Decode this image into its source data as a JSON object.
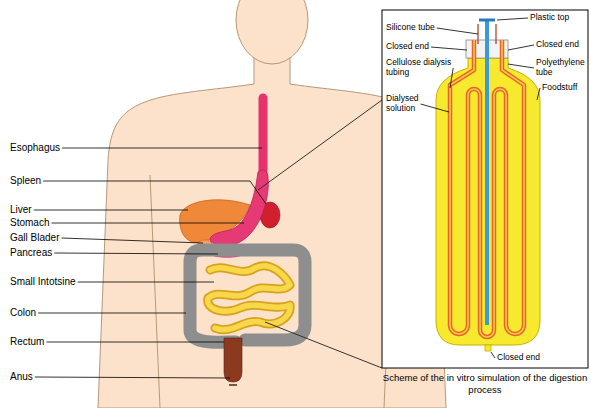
{
  "diagram": {
    "caption": "Scheme of the in vitro simulation of the digestion process",
    "labels": [
      "Esophagus",
      "Spleen",
      "Liver",
      "Stomach",
      "Gall Blader",
      "Pancreas",
      "Small Intotsine",
      "Colon",
      "Rectum",
      "Anus",
      "Plastic top",
      "Silicone tube",
      "Closed end",
      "Closed end",
      "Cellulose dialysis tubing",
      "Polyethylene tube",
      "Dialysed solution",
      "Foodstuff",
      "Closed end"
    ]
  }
}
